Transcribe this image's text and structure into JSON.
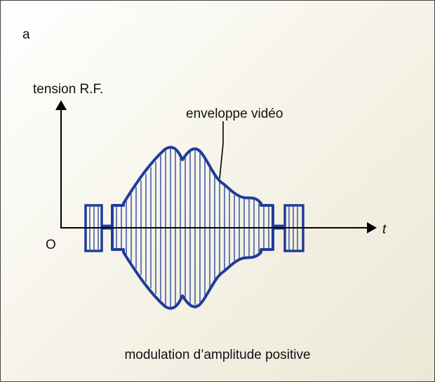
{
  "figure": {
    "panel_label": "a",
    "y_axis_label": "tension R.F.",
    "x_axis_label": "t",
    "origin_label": "O",
    "envelope_label": "enveloppe vidéo",
    "caption": "modulation d’amplitude positive",
    "colors": {
      "signal": "#1f3c99",
      "axis": "#000000"
    }
  }
}
